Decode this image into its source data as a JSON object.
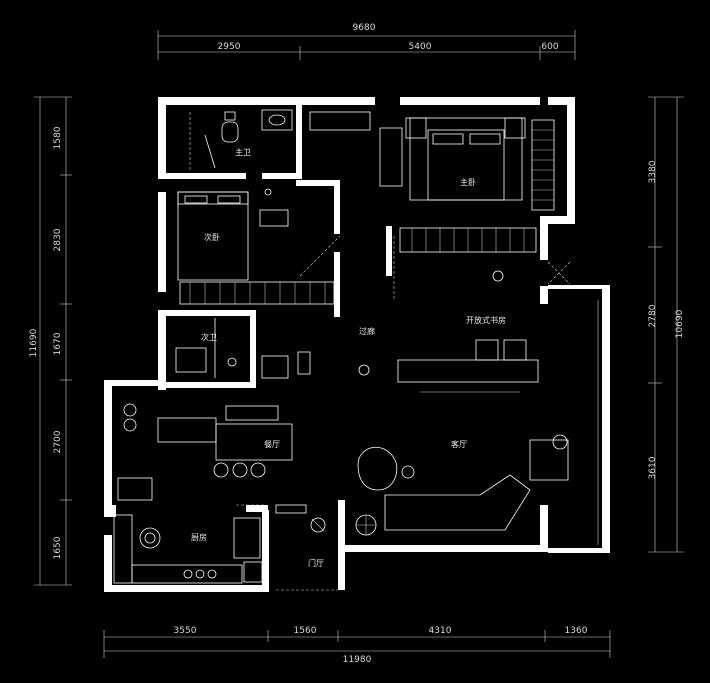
{
  "dimensions": {
    "top_total": "9680",
    "top_segments": [
      "2950",
      "5400",
      "600"
    ],
    "bottom_total": "11980",
    "bottom_segments": [
      "3550",
      "1560",
      "4310",
      "1360"
    ],
    "left_total": "11690",
    "left_segments": [
      "1580",
      "2830",
      "1670",
      "2700",
      "1650"
    ],
    "right_total": "10690",
    "right_segments": [
      "3380",
      "2780",
      "3610"
    ]
  },
  "rooms": {
    "master_bath": "主卫",
    "master_bedroom": "主卧",
    "second_bedroom": "次卧",
    "second_bath": "次卫",
    "corridor": "过廊",
    "open_study": "开放式书房",
    "dining": "餐厅",
    "living": "客厅",
    "kitchen": "厨房",
    "foyer": "门厅"
  }
}
